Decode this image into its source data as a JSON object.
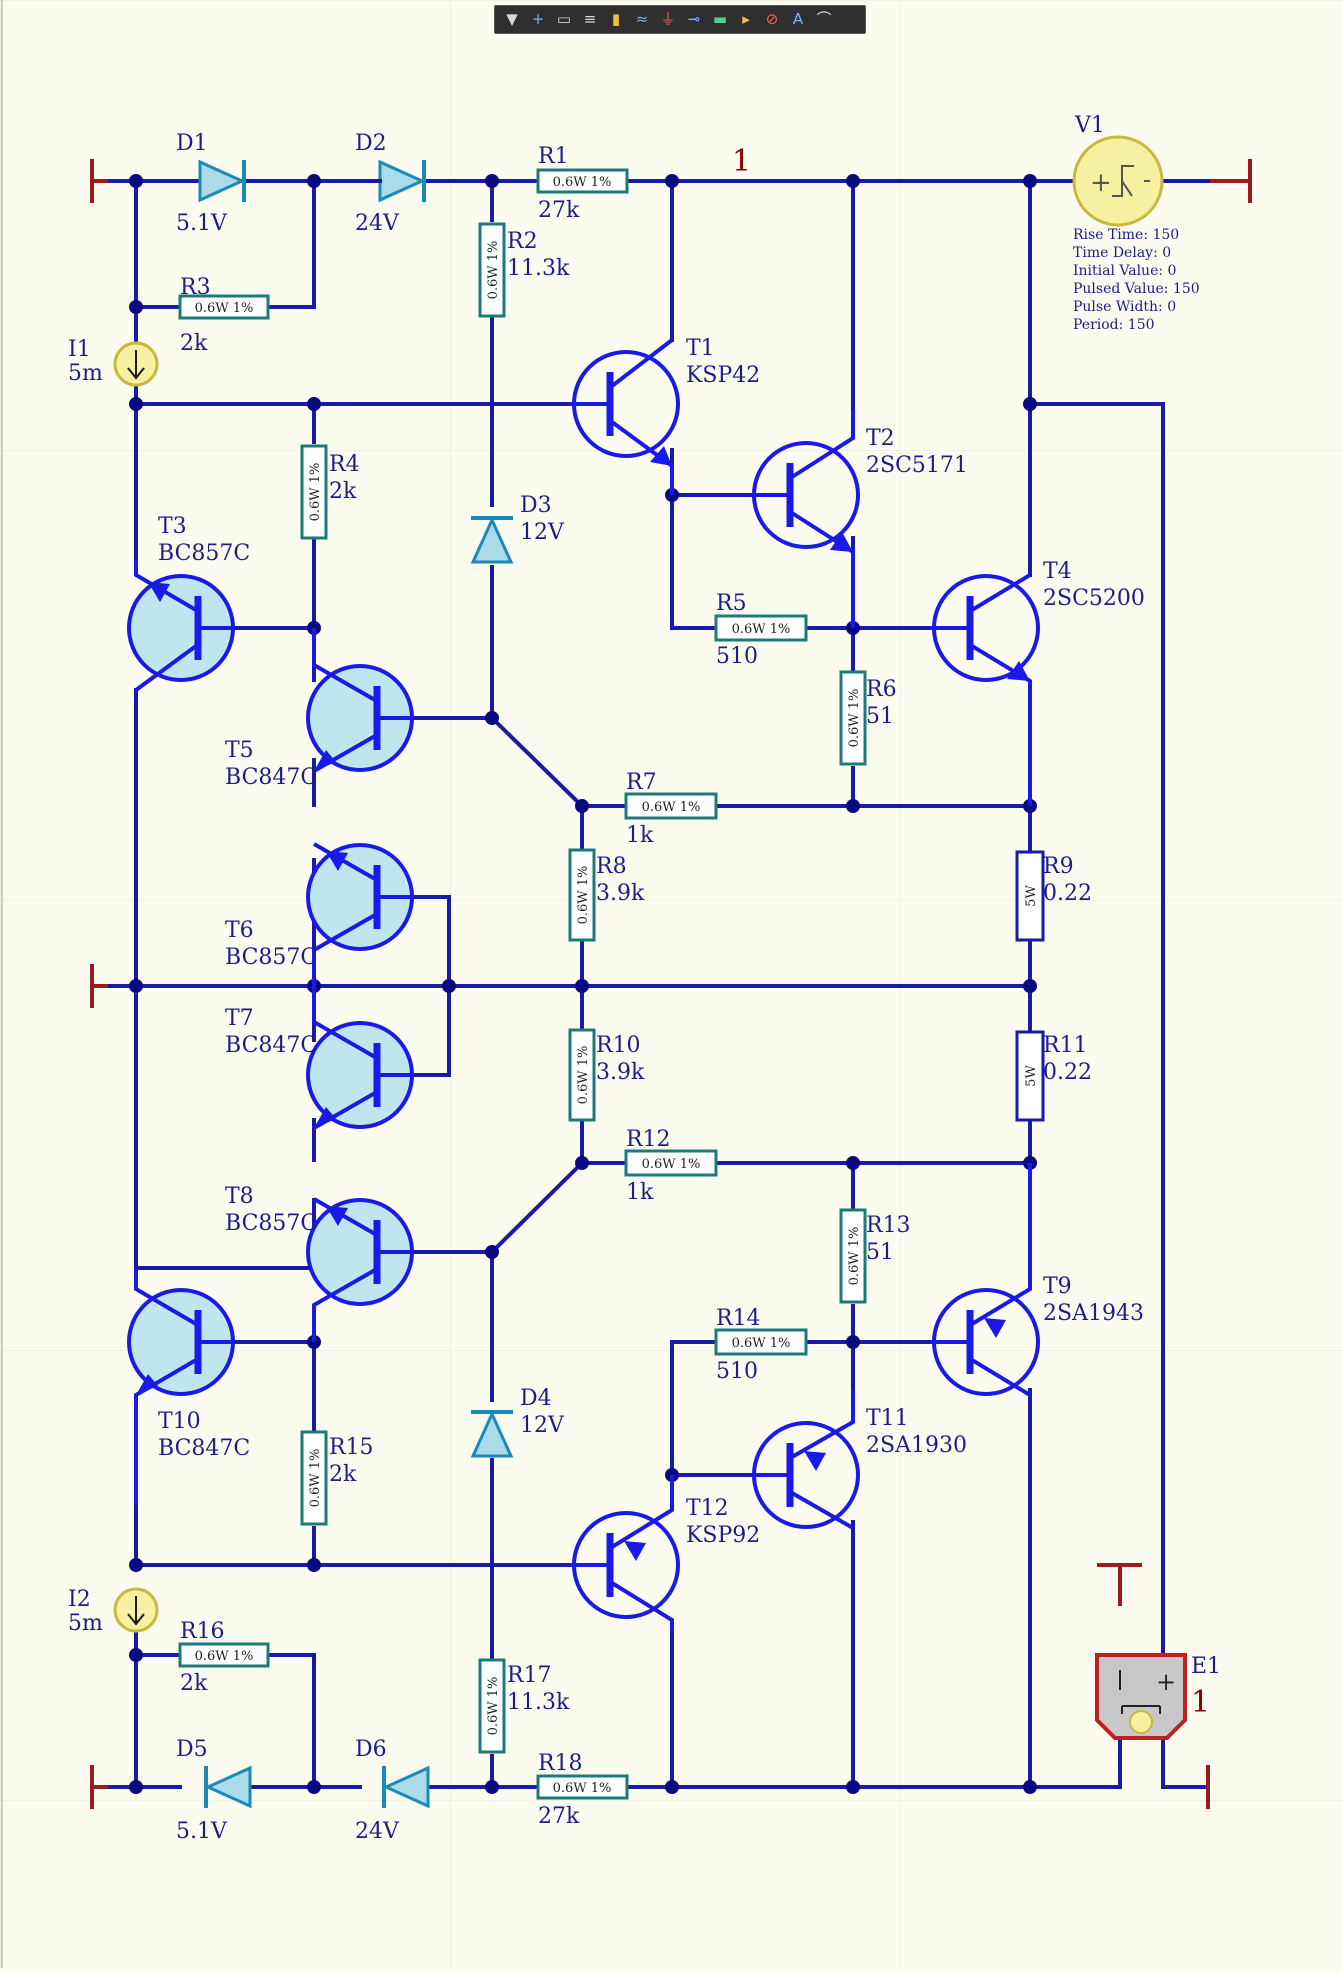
{
  "toolbar": {
    "icons": [
      "filter-icon",
      "add-wire-icon",
      "select-rect-icon",
      "align-icon",
      "component-icon",
      "bus-icon",
      "ground-icon",
      "net-label-icon",
      "port-icon",
      "harness-icon",
      "no-erc-icon",
      "text-icon",
      "arc-icon"
    ]
  },
  "net_labels": {
    "top": "1",
    "e1": "1"
  },
  "resistors": {
    "R1": {
      "ref": "R1",
      "value": "27k",
      "body": "0.6W 1%"
    },
    "R2": {
      "ref": "R2",
      "value": "11.3k",
      "body": "0.6W 1%"
    },
    "R3": {
      "ref": "R3",
      "value": "2k",
      "body": "0.6W 1%"
    },
    "R4": {
      "ref": "R4",
      "value": "2k",
      "body": "0.6W 1%"
    },
    "R5": {
      "ref": "R5",
      "value": "510",
      "body": "0.6W 1%"
    },
    "R6": {
      "ref": "R6",
      "value": "51",
      "body": "0.6W 1%"
    },
    "R7": {
      "ref": "R7",
      "value": "1k",
      "body": "0.6W 1%"
    },
    "R8": {
      "ref": "R8",
      "value": "3.9k",
      "body": "0.6W 1%"
    },
    "R9": {
      "ref": "R9",
      "value": "0.22",
      "body": "5W"
    },
    "R10": {
      "ref": "R10",
      "value": "3.9k",
      "body": "0.6W 1%"
    },
    "R11": {
      "ref": "R11",
      "value": "0.22",
      "body": "5W"
    },
    "R12": {
      "ref": "R12",
      "value": "1k",
      "body": "0.6W 1%"
    },
    "R13": {
      "ref": "R13",
      "value": "51",
      "body": "0.6W 1%"
    },
    "R14": {
      "ref": "R14",
      "value": "510",
      "body": "0.6W 1%"
    },
    "R15": {
      "ref": "R15",
      "value": "2k",
      "body": "0.6W 1%"
    },
    "R16": {
      "ref": "R16",
      "value": "2k",
      "body": "0.6W 1%"
    },
    "R17": {
      "ref": "R17",
      "value": "11.3k",
      "body": "0.6W 1%"
    },
    "R18": {
      "ref": "R18",
      "value": "27k",
      "body": "0.6W 1%"
    }
  },
  "diodes": {
    "D1": {
      "ref": "D1",
      "value": "5.1V"
    },
    "D2": {
      "ref": "D2",
      "value": "24V"
    },
    "D3": {
      "ref": "D3",
      "value": "12V"
    },
    "D4": {
      "ref": "D4",
      "value": "12V"
    },
    "D5": {
      "ref": "D5",
      "value": "5.1V"
    },
    "D6": {
      "ref": "D6",
      "value": "24V"
    }
  },
  "transistors": {
    "T1": {
      "ref": "T1",
      "part": "KSP42"
    },
    "T2": {
      "ref": "T2",
      "part": "2SC5171"
    },
    "T3": {
      "ref": "T3",
      "part": "BC857C"
    },
    "T4": {
      "ref": "T4",
      "part": "2SC5200"
    },
    "T5": {
      "ref": "T5",
      "part": "BC847C"
    },
    "T6": {
      "ref": "T6",
      "part": "BC857C"
    },
    "T7": {
      "ref": "T7",
      "part": "BC847C"
    },
    "T8": {
      "ref": "T8",
      "part": "BC857C"
    },
    "T9": {
      "ref": "T9",
      "part": "2SA1943"
    },
    "T10": {
      "ref": "T10",
      "part": "BC847C"
    },
    "T11": {
      "ref": "T11",
      "part": "2SA1930"
    },
    "T12": {
      "ref": "T12",
      "part": "KSP92"
    }
  },
  "sources": {
    "I1": {
      "ref": "I1",
      "value": "5m"
    },
    "I2": {
      "ref": "I2",
      "value": "5m"
    },
    "V1": {
      "ref": "V1",
      "params": [
        "Rise Time: 150",
        "Time Delay: 0",
        "Initial Value: 0",
        "Pulsed Value: 150",
        "Pulse Width: 0",
        "Period: 150"
      ]
    },
    "E1": {
      "ref": "E1",
      "plus": "+",
      "minus": "|"
    }
  },
  "colors": {
    "wire": "#1a1aa8",
    "power": "#9b1b1b",
    "resistor": "#1c7a7a",
    "transistor": "#1a1ae8",
    "diode": "#1a8ab8",
    "background": "#fbfbf0"
  }
}
